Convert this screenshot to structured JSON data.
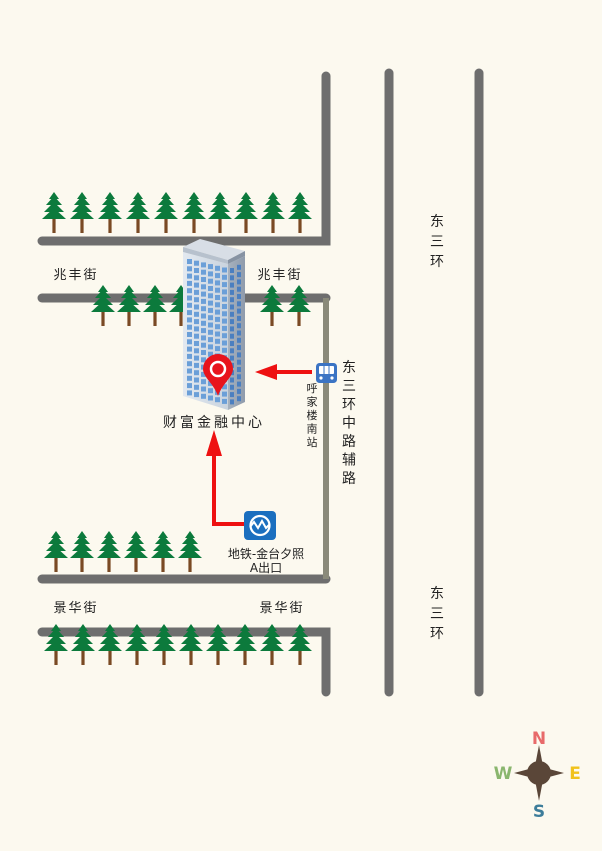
{
  "roads": {
    "zhaofeng_left": "兆丰街",
    "zhaofeng_right": "兆丰街",
    "jinghua_left": "景华街",
    "jinghua_right": "景华街",
    "east_third_ring_top": "东三环",
    "east_third_ring_bottom": "东三环",
    "east_third_ring_aux": "东三环中路辅路"
  },
  "poi": {
    "destination": "财富金融中心",
    "bus_stop": "呼家楼南站",
    "subway_exit_line1": "地铁-金台夕照",
    "subway_exit_line2": "A出口"
  },
  "compass": {
    "north": "N",
    "south": "S",
    "east": "E",
    "west": "W"
  },
  "colors": {
    "background": "#fcf9ef",
    "road": "#6e6e6e",
    "aux_road": "#8a8a7a",
    "tree_foliage": "#0c7a3c",
    "tree_trunk": "#7a4a24",
    "route_arrow": "#ee1111",
    "pin": "#e8141c",
    "subway_icon": "#1b6fbf",
    "bus_icon": "#3b74c4",
    "compass_north": "#e86a6a",
    "compass_east": "#f1c21b",
    "compass_west": "#8ab66e",
    "compass_south": "#3d7d9a",
    "compass_body": "#5a4638"
  },
  "icons": [
    "location-pin-icon",
    "subway-icon",
    "bus-icon",
    "tree-icon",
    "building-icon",
    "compass-icon"
  ]
}
